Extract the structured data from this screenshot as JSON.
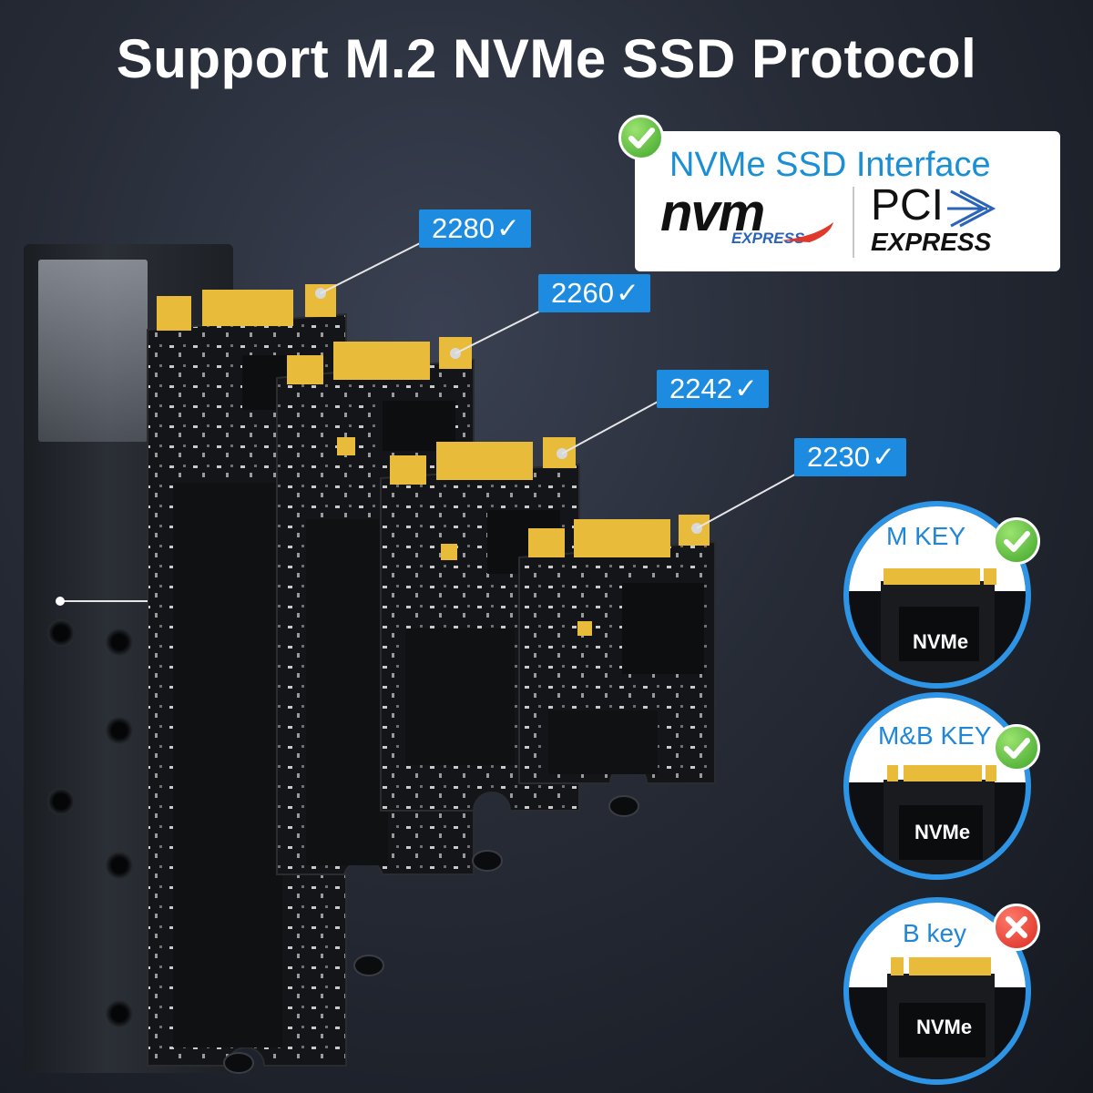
{
  "title": "Support M.2 NVMe SSD Protocol",
  "interface": {
    "title": "NVMe SSD Interface",
    "nvm_logo": "nvm",
    "nvm_express": "EXPRESS",
    "pci_logo": "PCI",
    "pci_express": "EXPRESS",
    "check": "supported"
  },
  "sizes": [
    {
      "label": "2280",
      "check": "✓"
    },
    {
      "label": "2260",
      "check": "✓"
    },
    {
      "label": "2242",
      "check": "✓"
    },
    {
      "label": "2230",
      "check": "✓"
    }
  ],
  "keys": [
    {
      "label": "M KEY",
      "chip": "NVMe",
      "status": "supported"
    },
    {
      "label": "M&B KEY",
      "chip": "NVMe",
      "status": "supported"
    },
    {
      "label": "B key",
      "chip": "NVMe",
      "status": "unsupported"
    }
  ],
  "colors": {
    "accent_blue": "#1c8be0",
    "ok_green": "#4cb832",
    "error_red": "#e0382a",
    "gold_contacts": "#e9bb3a",
    "pcb_black": "#141518"
  },
  "icons": [
    "check-icon",
    "cross-icon",
    "pci-arrow-icon"
  ]
}
